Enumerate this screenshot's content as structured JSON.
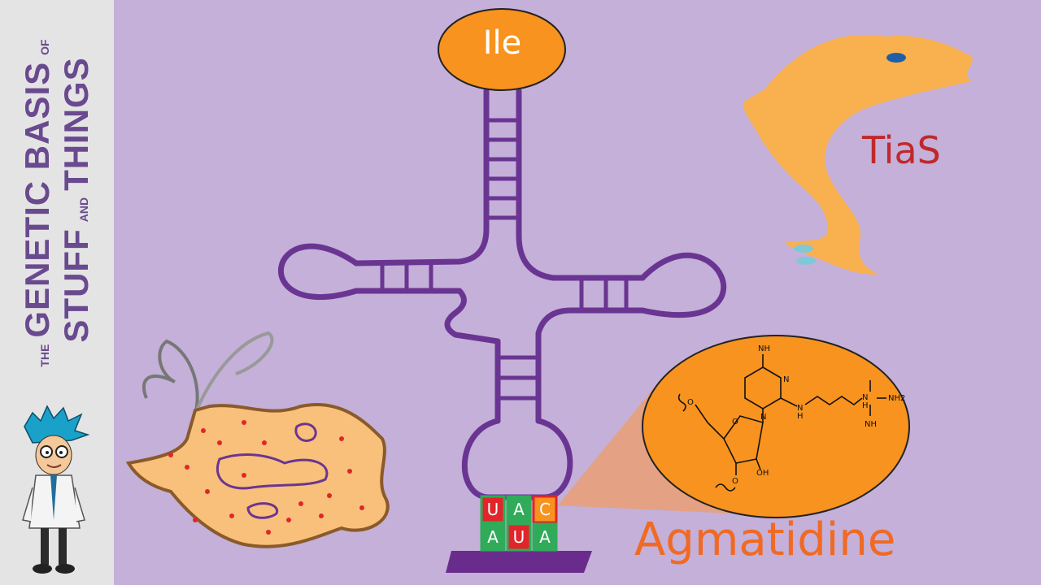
{
  "brand": {
    "the": "THE",
    "line1": "GENETIC BASIS",
    "of": "OF",
    "line2": "STUFF",
    "and": "AND",
    "line3": "THINGS"
  },
  "amino_acid": "Ile",
  "enzyme": "TiaS",
  "modification": "Agmatidine",
  "anticodon": [
    "U",
    "A",
    "C"
  ],
  "codon": [
    "A",
    "U",
    "A"
  ],
  "chemistry": {
    "imine_top": "NH",
    "ring_n1": "N",
    "ring_n2": "N",
    "nh_link": "N\nH",
    "amine_nh": "N\nH",
    "nh2": "NH2",
    "imine_bottom": "NH",
    "o_ring": "O",
    "o_5prime": "O",
    "o_3prime": "O",
    "oh": "OH"
  },
  "colors": {
    "background": "#c4b0d8",
    "trna": "#6a3592",
    "orange": "#f7931e",
    "light_orange": "#f9b04f",
    "red_tile": "#e0262a",
    "green_tile": "#2fab59"
  }
}
